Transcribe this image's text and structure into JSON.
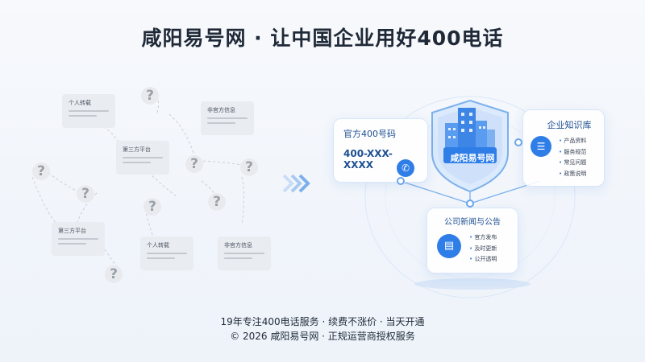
{
  "title": "咸阳易号网 · 让中国企业用好400电话",
  "left_cards": [
    {
      "label": "个人转载"
    },
    {
      "label": "非官方信息"
    },
    {
      "label": "第三方平台"
    },
    {
      "label": "第三方平台"
    },
    {
      "label": "个人转载"
    },
    {
      "label": "非官方信息"
    }
  ],
  "question_mark": "?",
  "phone_card": {
    "label": "官方400号码",
    "number": "400-XXX-XXXX",
    "icon": "phone-icon"
  },
  "shield": {
    "brand": "咸阳易号网",
    "icon": "shield-building-icon"
  },
  "knowledge_card": {
    "label": "企业知识库",
    "icon": "book-icon",
    "items": [
      "产品资料",
      "服务规范",
      "常见问题",
      "政策说明"
    ]
  },
  "news_card": {
    "label": "公司新闻与公告",
    "icon": "document-icon",
    "items": [
      "官方发布",
      "及时更新",
      "公开透明"
    ]
  },
  "footer": {
    "line1": "19年专注400电话服务 · 续费不涨价 · 当天开通",
    "line2": "© 2026 咸阳易号网 · 正规运营商授权服务"
  },
  "colors": {
    "accent": "#2f7ee8",
    "accent_light": "#6aa5ec",
    "card_title": "#1d4f91",
    "muted": "#9aa0a8"
  }
}
